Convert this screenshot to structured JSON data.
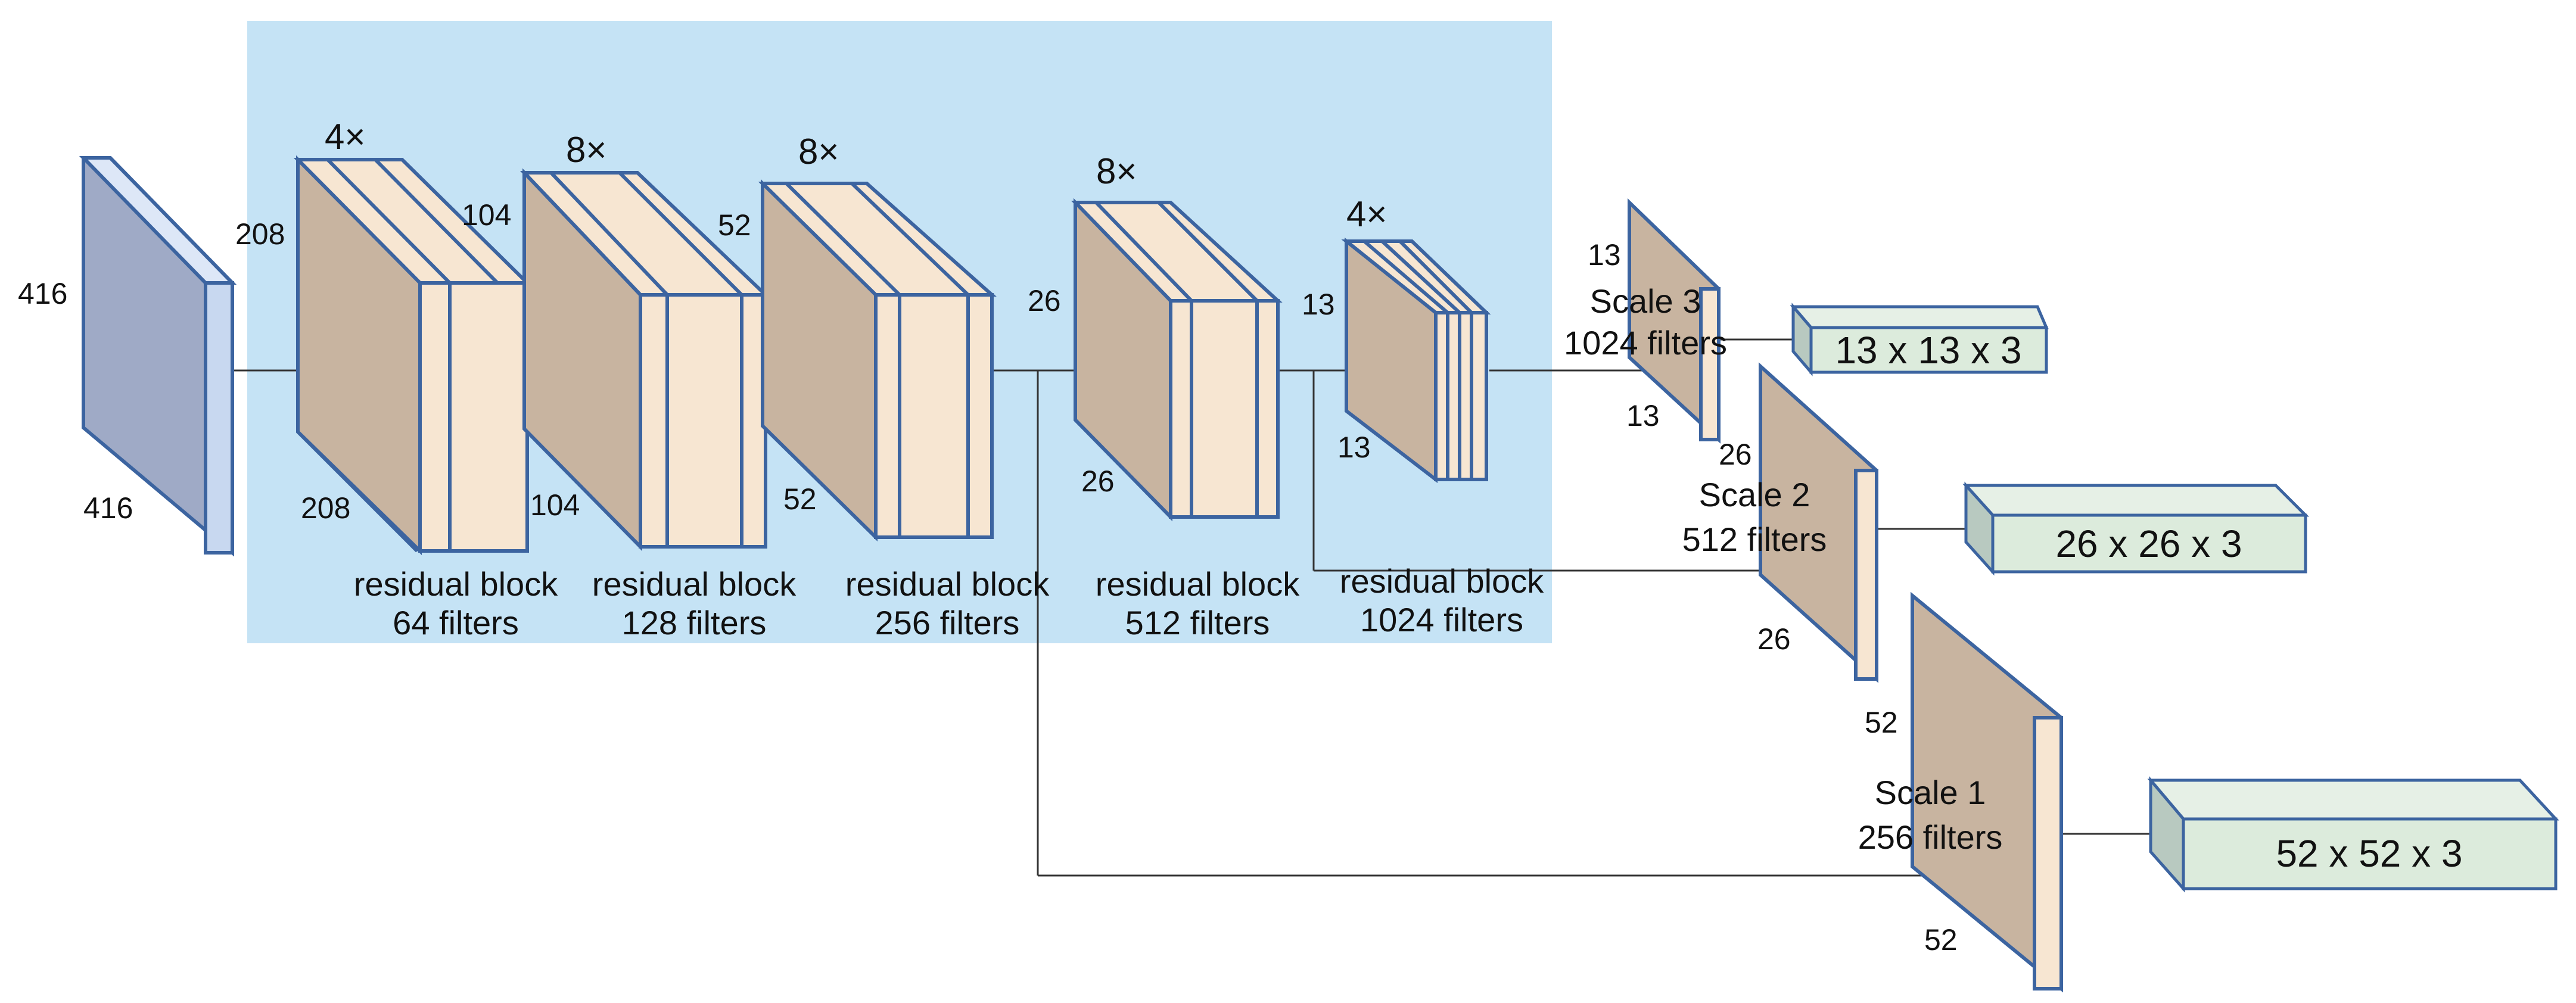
{
  "colors": {
    "background_panel": "#c5e3f5",
    "input_front": "#9faac6",
    "input_side": "#c8d8f0",
    "block_front": "#c8b4a0",
    "block_side": "#f7e6d2",
    "output_box": "#dcebdc",
    "output_box_side": "#b8c9c0",
    "edge_blue": "#3c64a0"
  },
  "input": {
    "height_label": "416",
    "width_label": "416"
  },
  "backbone_blocks": [
    {
      "multiplier": "4×",
      "size_top": "208",
      "size_bottom": "208",
      "caption_line1": "residual block",
      "caption_line2": "64 filters"
    },
    {
      "multiplier": "8×",
      "size_top": "104",
      "size_bottom": "104",
      "caption_line1": "residual block",
      "caption_line2": "128 filters"
    },
    {
      "multiplier": "8×",
      "size_top": "52",
      "size_bottom": "52",
      "caption_line1": "residual block",
      "caption_line2": "256 filters"
    },
    {
      "multiplier": "8×",
      "size_top": "26",
      "size_bottom": "26",
      "caption_line1": "residual block",
      "caption_line2": "512 filters"
    },
    {
      "multiplier": "4×",
      "size_top": "13",
      "size_bottom": "13",
      "caption_line1": "residual block",
      "caption_line2": "1024 filters"
    }
  ],
  "scales": [
    {
      "label_line1": "Scale 3",
      "label_line2": "1024 filters",
      "size_top": "13",
      "size_bottom": "13",
      "output": "13 x 13 x 3"
    },
    {
      "label_line1": "Scale 2",
      "label_line2": "512 filters",
      "size_top": "26",
      "size_bottom": "26",
      "output": "26 x 26 x 3"
    },
    {
      "label_line1": "Scale 1",
      "label_line2": "256 filters",
      "size_top": "52",
      "size_bottom": "52",
      "output": "52 x 52 x 3"
    }
  ]
}
